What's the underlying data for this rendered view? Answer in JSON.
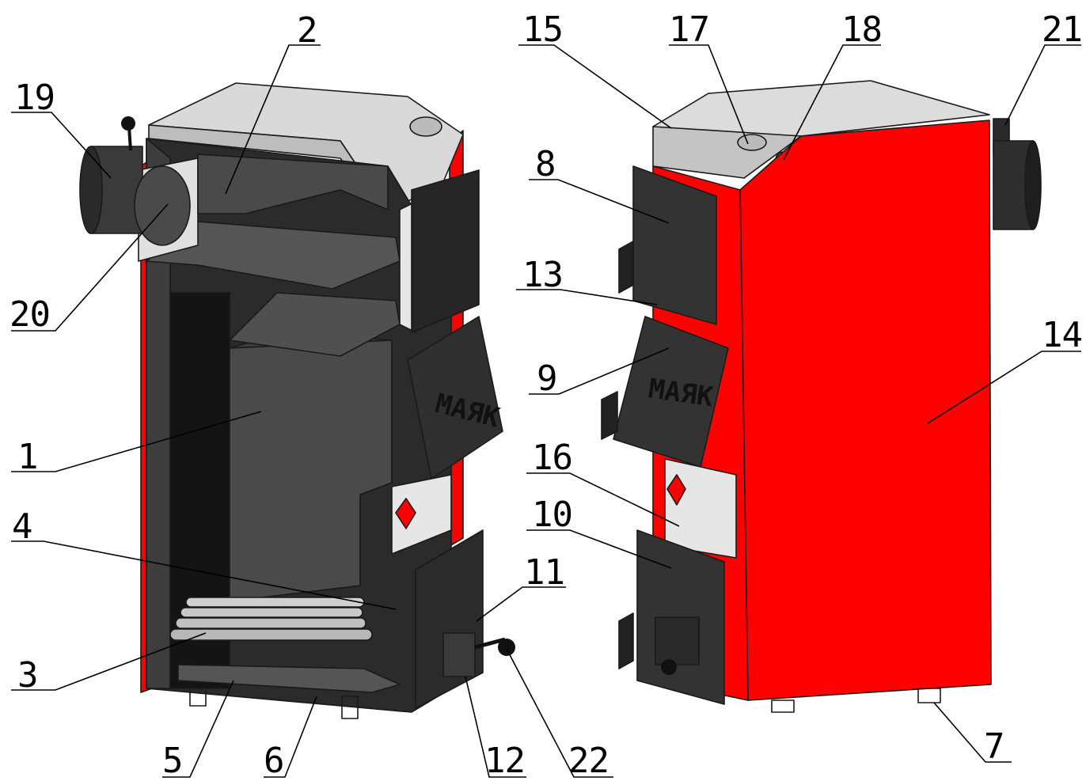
{
  "diagram": {
    "brand_label": "МАЯК",
    "views": [
      {
        "id": "cutaway",
        "description_name": "boiler-cutaway-view"
      },
      {
        "id": "exterior",
        "description_name": "boiler-exterior-view"
      }
    ],
    "callouts": [
      {
        "id": "c1",
        "label": "1"
      },
      {
        "id": "c2",
        "label": "2"
      },
      {
        "id": "c3",
        "label": "3"
      },
      {
        "id": "c4",
        "label": "4"
      },
      {
        "id": "c5",
        "label": "5"
      },
      {
        "id": "c6",
        "label": "6"
      },
      {
        "id": "c7",
        "label": "7"
      },
      {
        "id": "c8",
        "label": "8"
      },
      {
        "id": "c9",
        "label": "9"
      },
      {
        "id": "c10",
        "label": "10"
      },
      {
        "id": "c11",
        "label": "11"
      },
      {
        "id": "c12",
        "label": "12"
      },
      {
        "id": "c13",
        "label": "13"
      },
      {
        "id": "c14",
        "label": "14"
      },
      {
        "id": "c15",
        "label": "15"
      },
      {
        "id": "c16",
        "label": "16"
      },
      {
        "id": "c17",
        "label": "17"
      },
      {
        "id": "c18",
        "label": "18"
      },
      {
        "id": "c19",
        "label": "19"
      },
      {
        "id": "c20",
        "label": "20"
      },
      {
        "id": "c21",
        "label": "21"
      },
      {
        "id": "c22",
        "label": "22"
      }
    ],
    "colors": {
      "body_red": "#ff0000",
      "body_dark": "#3a3a3a",
      "body_darker": "#1e1e1e",
      "top_grey": "#d9d9d9",
      "panel_light": "#e6e6e6",
      "leader": "#000000"
    }
  }
}
